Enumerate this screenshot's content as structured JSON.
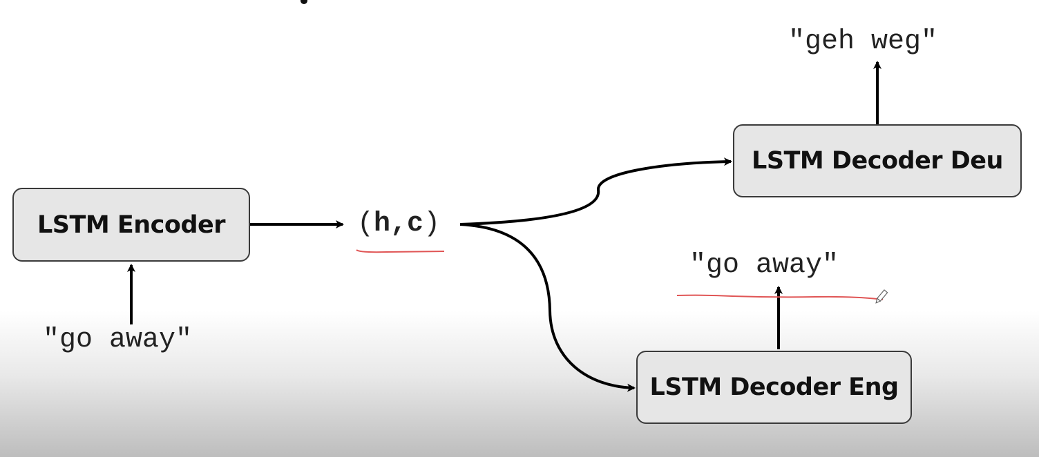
{
  "diagram": {
    "encoder": {
      "label": "LSTM Encoder"
    },
    "input_text": "\"go away\"",
    "state": {
      "open": "(",
      "h": "h",
      "comma": ",",
      "c": "c",
      "close": ")"
    },
    "decoder_deu": {
      "label": "LSTM Decoder Deu",
      "output": "\"geh weg\""
    },
    "decoder_eng": {
      "label": "LSTM Decoder Eng",
      "output": "\"go away\""
    }
  },
  "colors": {
    "box_fill": "#e6e6e6",
    "box_border": "#3a3a3a",
    "arrow": "#000000",
    "annotation_red": "#e05555"
  }
}
